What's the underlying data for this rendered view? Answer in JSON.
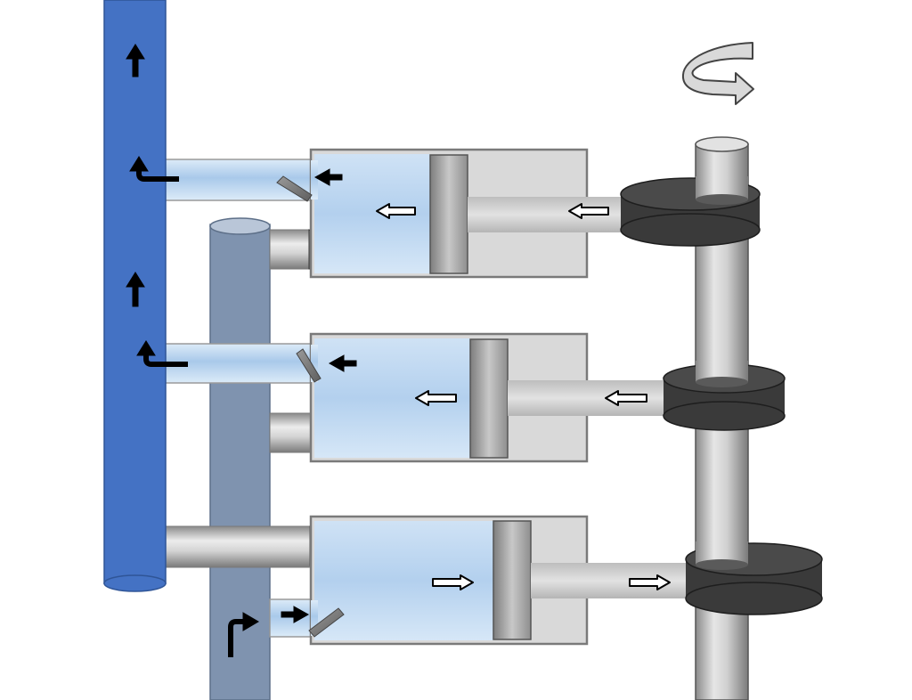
{
  "diagram": {
    "kind": "three-cylinder reciprocating piston pump driven by a rotating eccentric crankshaft",
    "components": [
      "discharge-manifold",
      "suction-manifold",
      "crankshaft",
      "rotation-indicator",
      "cylinder-1",
      "cylinder-2",
      "cylinder-3"
    ],
    "cylinders": [
      {
        "id": "cylinder-1",
        "stroke": "discharge",
        "piston_direction": "left",
        "discharge_valve": "open",
        "suction_valve": "closed"
      },
      {
        "id": "cylinder-2",
        "stroke": "discharge",
        "piston_direction": "left",
        "discharge_valve": "open",
        "suction_valve": "closed"
      },
      {
        "id": "cylinder-3",
        "stroke": "suction",
        "piston_direction": "right",
        "discharge_valve": "closed",
        "suction_valve": "open"
      }
    ],
    "colors": {
      "discharge_manifold": "#4472C4",
      "suction_manifold": "#7F93AF",
      "fluid": "#BDD7EE",
      "cylinder_housing": "#D9D9D9",
      "cam": "#3A3A3A"
    }
  }
}
